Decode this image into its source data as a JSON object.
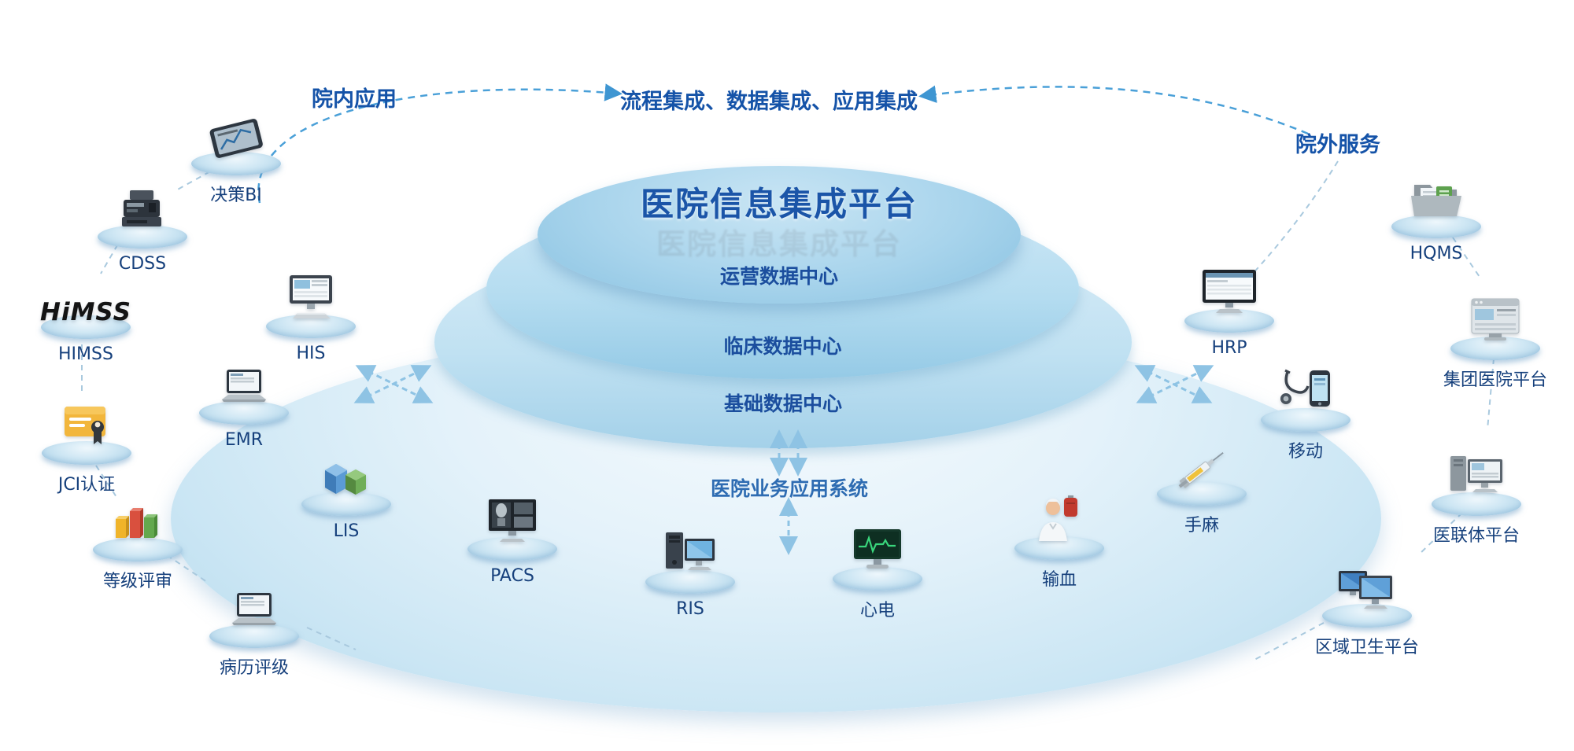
{
  "headers": {
    "in_hospital": "院内应用",
    "integration": "流程集成、数据集成、应用集成",
    "out_hospital": "院外服务"
  },
  "platform": {
    "title": "医院信息集成平台",
    "layers": [
      {
        "label": "运营数据中心"
      },
      {
        "label": "临床数据中心"
      },
      {
        "label": "基础数据中心"
      }
    ],
    "base_label": "医院业务应用系统"
  },
  "outer_left": [
    {
      "label": "决策BI",
      "icon": "tablet-icon"
    },
    {
      "label": "CDSS",
      "icon": "printer-icon"
    },
    {
      "label": "HIMSS",
      "icon": "himss-logo",
      "logo_text": "HiMSS"
    },
    {
      "label": "JCI认证",
      "icon": "certificate-icon"
    },
    {
      "label": "等级评审",
      "icon": "bar-chart-icon"
    },
    {
      "label": "病历评级",
      "icon": "laptop-icon"
    }
  ],
  "inner_ring": [
    {
      "label": "HIS",
      "icon": "desktop-computer-icon"
    },
    {
      "label": "EMR",
      "icon": "laptop-icon"
    },
    {
      "label": "LIS",
      "icon": "cubes-icon"
    },
    {
      "label": "PACS",
      "icon": "xray-monitor-icon"
    },
    {
      "label": "RIS",
      "icon": "workstation-icon"
    },
    {
      "label": "心电",
      "icon": "ecg-monitor-icon"
    },
    {
      "label": "输血",
      "icon": "nurse-blood-bag-icon"
    },
    {
      "label": "手麻",
      "icon": "syringe-icon"
    },
    {
      "label": "移动",
      "icon": "phone-stethoscope-icon"
    },
    {
      "label": "HRP",
      "icon": "monitor-spreadsheet-icon"
    }
  ],
  "outer_right": [
    {
      "label": "HQMS",
      "icon": "folder-documents-icon"
    },
    {
      "label": "集团医院平台",
      "icon": "webpage-icon"
    },
    {
      "label": "医联体平台",
      "icon": "computer-tower-icon"
    },
    {
      "label": "区域卫生平台",
      "icon": "dual-monitors-icon"
    }
  ],
  "colors": {
    "title_blue": "#1b55a8",
    "header_blue": "#1553a8",
    "label_navy": "#16407c",
    "platform_light": "#cfe7f5",
    "platform_mid": "#a8d4ec",
    "dashed_blue": "#4aa0d8",
    "dashed_light": "#a9c9de"
  }
}
